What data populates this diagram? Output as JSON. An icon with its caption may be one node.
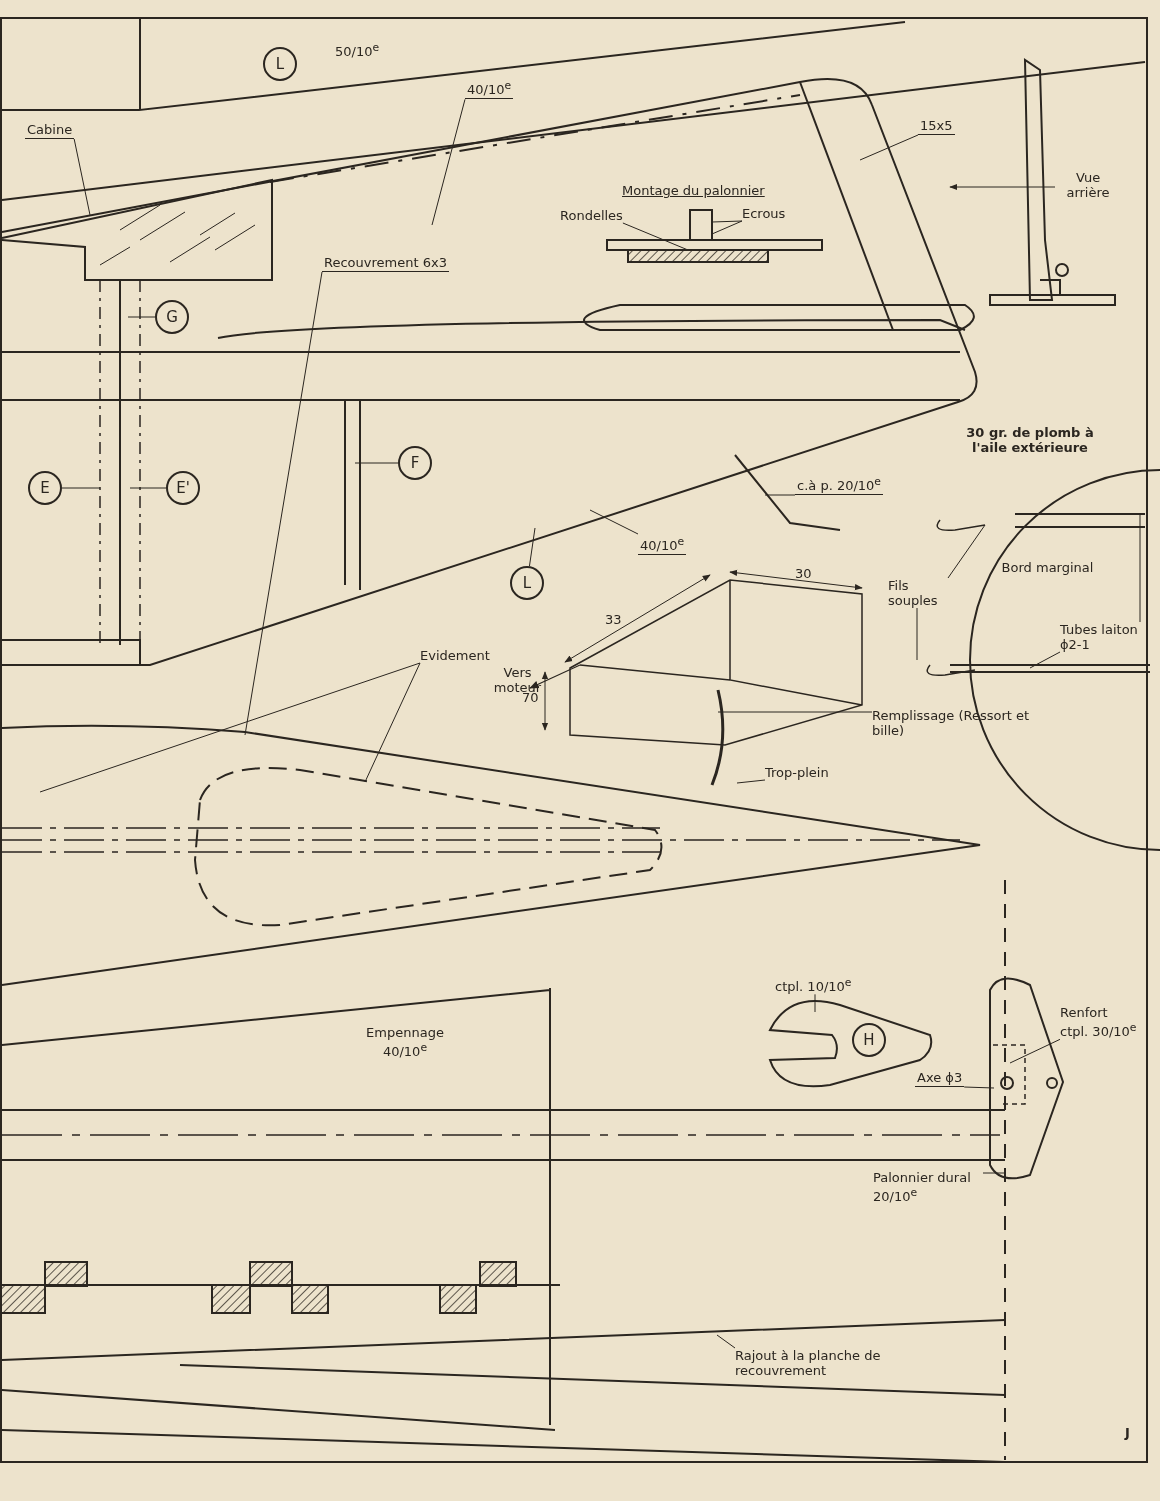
{
  "diagram": {
    "nodes": [
      {
        "text": [
          "Cabine"
        ]
      },
      {
        "text": [
          "40/10$^{e}$"
        ]
      },
      {
        "text": [
          "Recouvrement 6x3"
        ]
      },
      {
        "text": [
          "15x5"
        ]
      },
      {
        "text": [
          "Rondelles"
        ]
      },
      {
        "text": [
          "Ecrous"
        ]
      },
      {
        "text": [
          "L"
        ]
      },
      {
        "text": [
          "G"
        ]
      },
      {
        "text": [
          "E"
        ]
      },
      {
        "text": [
          "E'"
        ]
      },
      {
        "text": [
          "F"
        ]
      },
      {
        "text": [
          "L"
        ]
      },
      {
        "text": [
          "c.à p. 20/10$^{e}$"
        ]
      },
      {
        "text": [
          "40/10$^{e}$"
        ]
      },
      {
        "text": [
          "Evidement"
        ]
      },
      {
        "text": [
          "Fils souples"
        ]
      },
      {
        "text": [
          "Tubes laiton ϕ2-1"
        ]
      },
      {
        "text": [
          "Remplissage (Ressort et bille)"
        ]
      },
      {
        "text": [
          "Trop-plein"
        ]
      },
      {
        "text": [
          "ctpl. 10/10$^{e}$"
        ]
      },
      {
        "text": [
          "H"
        ]
      },
      {
        "text": [
          "Renfort ctpl. 30/10$^{e}$"
        ]
      },
      {
        "text": [
          "Axe ϕ3"
        ]
      },
      {
        "text": [
          "Palonnier dural 20/10$^{e}$"
        ]
      },
      {
        "text": [
          "Rajout à la planche de recouvrement"
        ]
      }
    ],
    "edges": [
      {
        "from": 0,
        "to": null,
        "arrow": "none"
      },
      {
        "from": 1,
        "to": null,
        "arrow": "none"
      },
      {
        "from": 2,
        "to": null,
        "arrow": "none"
      },
      {
        "from": 3,
        "to": null,
        "arrow": "none"
      },
      {
        "from": 4,
        "to": null,
        "arrow": "none"
      },
      {
        "from": 5,
        "to": null,
        "arrow": "none"
      },
      {
        "from": 5,
        "to": null,
        "arrow": "none"
      },
      {
        "from": 7,
        "to": null,
        "arrow": "none"
      },
      {
        "from": 8,
        "to": null,
        "arrow": "none"
      },
      {
        "from": 9,
        "to": null,
        "arrow": "none"
      },
      {
        "from": 10,
        "to": null,
        "arrow": "none"
      },
      {
        "from": 11,
        "to": null,
        "arrow": "none"
      },
      {
        "from": 12,
        "to": null,
        "arrow": "none"
      },
      {
        "from": 13,
        "to": null,
        "arrow": "none"
      },
      {
        "from": 14,
        "to": null,
        "arrow": "none"
      },
      {
        "from": 14,
        "to": null,
        "arrow": "none"
      },
      {
        "from": 15,
        "to": null,
        "arrow": "none"
      },
      {
        "from": 15,
        "to": null,
        "arrow": "none"
      },
      {
        "from": 16,
        "to": null,
        "arrow": "none"
      },
      {
        "from": 16,
        "to": null,
        "arrow": "none"
      },
      {
        "from": 17,
        "to": null,
        "arrow": "none"
      },
      {
        "from": 18,
        "to": null,
        "arrow": "none"
      },
      {
        "from": 19,
        "to": null,
        "arrow": "none"
      },
      {
        "from": 21,
        "to": null,
        "arrow": "none"
      },
      {
        "from": 22,
        "to": null,
        "arrow": "none"
      },
      {
        "from": 23,
        "to": null,
        "arrow": "none"
      },
      {
        "from": 24,
        "to": null,
        "arrow": "none"
      }
    ],
    "labels": [
      "50/10$^{e}$",
      "Montage du palonnier",
      "Vue arrière",
      "30 gr. de plomb à l'aile extérieure",
      "30",
      "33",
      "70",
      "Vers moteur",
      "Bord marginal",
      "Empennage 40/10$^{e}$",
      "J"
    ]
  }
}
